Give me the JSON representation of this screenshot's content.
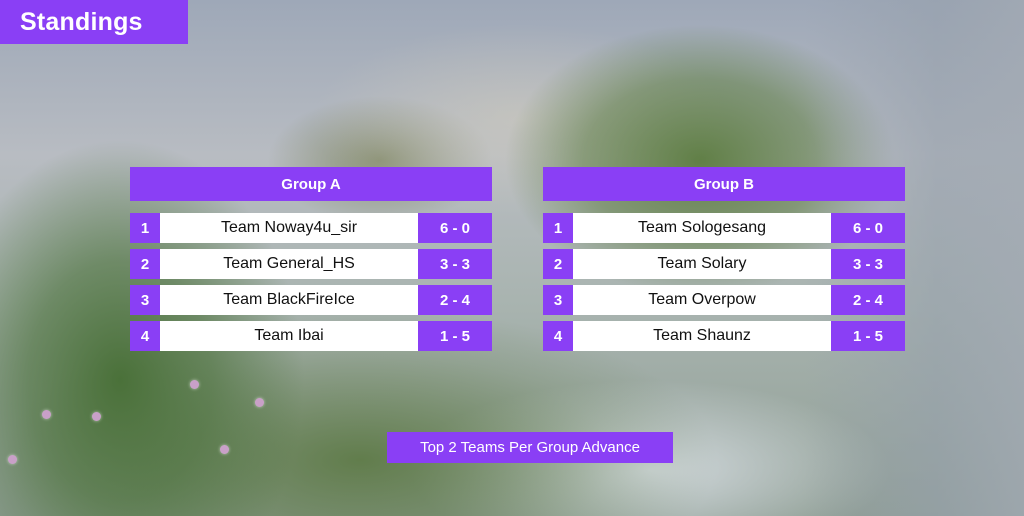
{
  "header": {
    "title": "Standings"
  },
  "groups": [
    {
      "title": "Group A",
      "rows": [
        {
          "rank": "1",
          "team": "Team Noway4u_sir",
          "score": "6 - 0"
        },
        {
          "rank": "2",
          "team": "Team General_HS",
          "score": "3 - 3"
        },
        {
          "rank": "3",
          "team": "Team BlackFireIce",
          "score": "2 - 4"
        },
        {
          "rank": "4",
          "team": "Team Ibai",
          "score": "1 - 5"
        }
      ]
    },
    {
      "title": "Group B",
      "rows": [
        {
          "rank": "1",
          "team": "Team Sologesang",
          "score": "6 - 0"
        },
        {
          "rank": "2",
          "team": "Team Solary",
          "score": "3 - 3"
        },
        {
          "rank": "3",
          "team": "Team Overpow",
          "score": "2 - 4"
        },
        {
          "rank": "4",
          "team": "Team Shaunz",
          "score": "1 - 5"
        }
      ]
    }
  ],
  "footer": {
    "note": "Top 2 Teams Per Group Advance"
  },
  "colors": {
    "accent": "#8a3ff5",
    "row_bg": "#ffffff",
    "row_text": "#111111"
  }
}
